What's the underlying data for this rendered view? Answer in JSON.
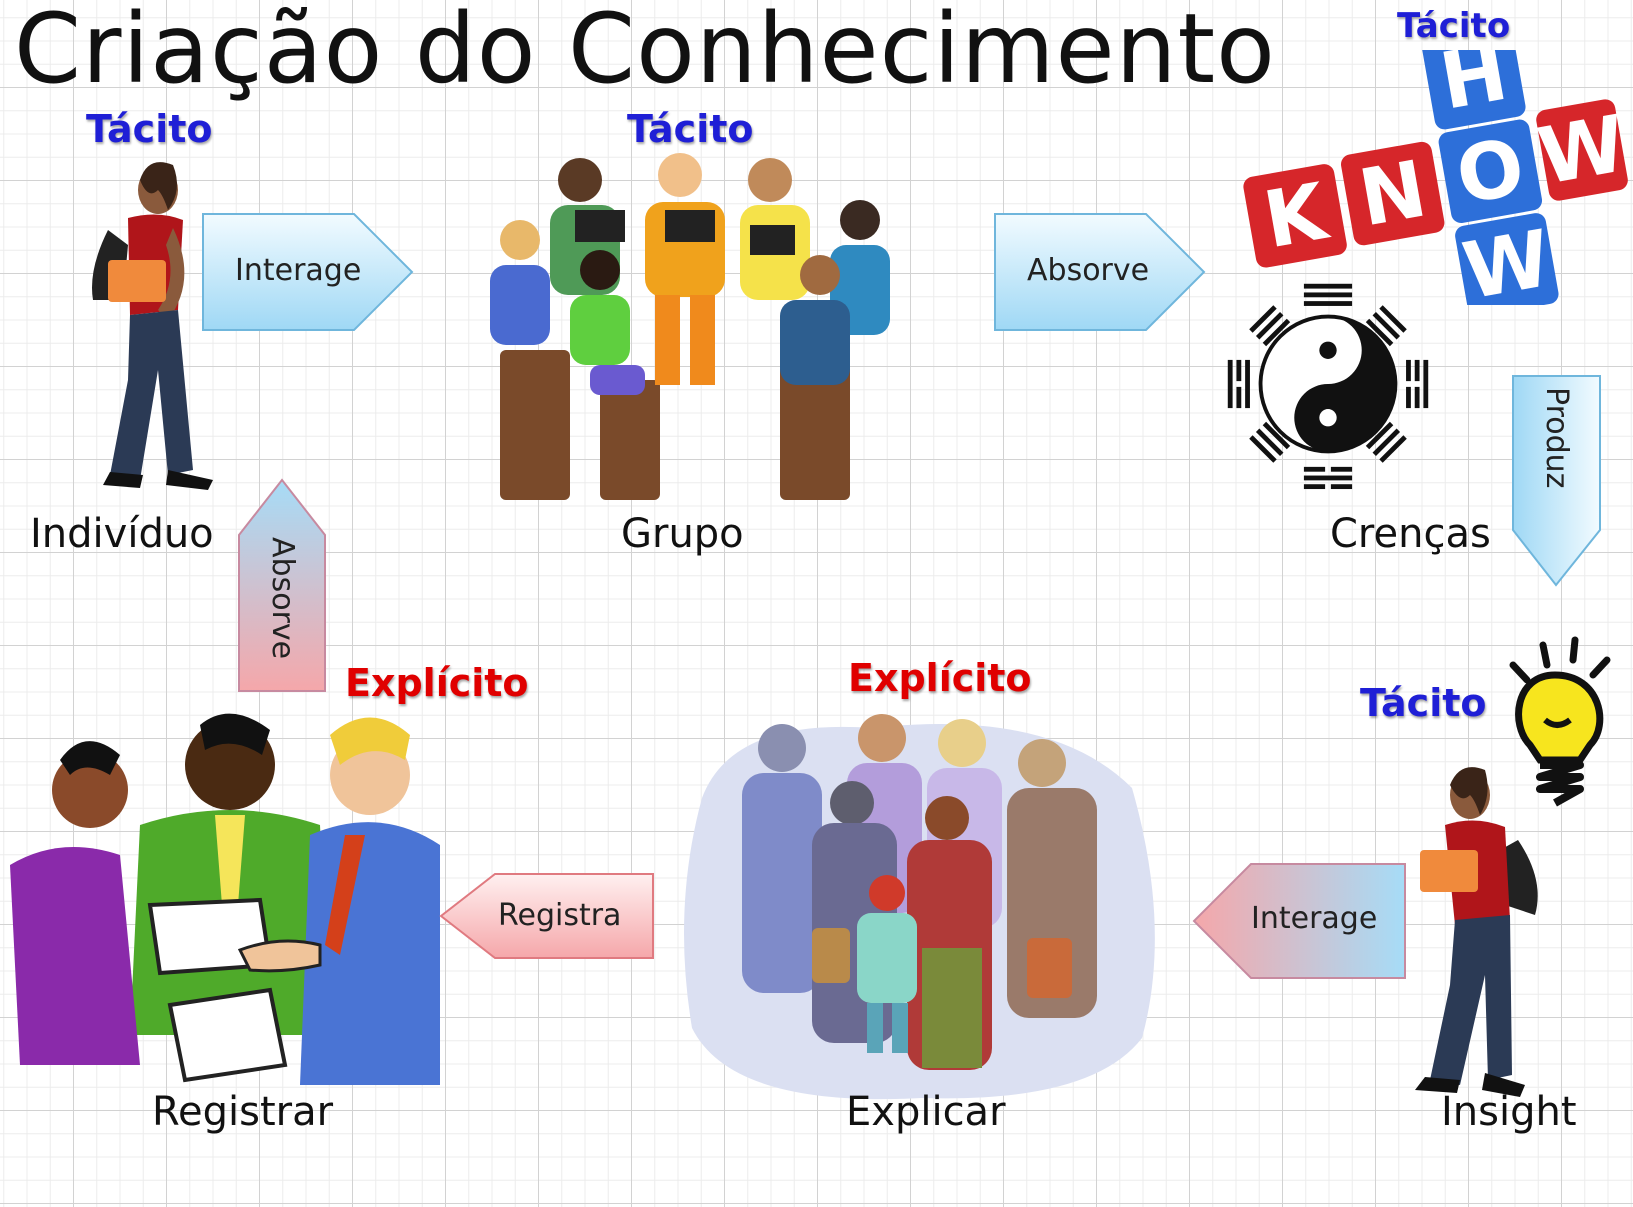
{
  "slide": {
    "title": "Criação do Conhecimento"
  },
  "tags": {
    "individuo": "Tácito",
    "grupo": "Tácito",
    "crencas": "Tácito",
    "insight": "Tácito",
    "registrar": "Explícito",
    "explicar": "Explícito"
  },
  "nodes": {
    "individuo": "Indivíduo",
    "grupo": "Grupo",
    "crencas": "Crenças",
    "insight": "Insight",
    "explicar": "Explicar",
    "registrar": "Registrar"
  },
  "arrows": {
    "individuo_grupo": "Interage",
    "grupo_crencas": "Absorve",
    "crencas_insight": "Produz",
    "insight_explicar": "Interage",
    "explicar_registrar": "Registra",
    "registrar_individuo": "Absorve"
  },
  "knowhow": {
    "letters_row": [
      "K",
      "N",
      "O",
      "W"
    ],
    "letters_col": [
      "H",
      "O",
      "W"
    ]
  },
  "colors": {
    "tacit": "#1f1fd6",
    "explicit": "#e00000",
    "arrow_blue_light": "#e8f8ff",
    "arrow_blue_dark": "#a6dcf7",
    "arrow_pink": "#f5a7aa",
    "tile_red": "#d6262a",
    "tile_blue": "#2d6fd9"
  },
  "icons": {
    "individuo": "student-walking-icon",
    "grupo": "discussion-circle-icon",
    "crencas": "yin-yang-icon",
    "insight": "lightbulb-student-icon",
    "explicar": "crowd-icon",
    "registrar": "business-meeting-icon"
  }
}
